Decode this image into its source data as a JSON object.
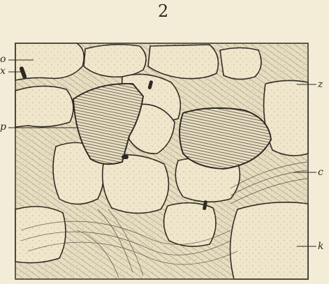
{
  "figure": {
    "number": "2",
    "labels": {
      "o": "o",
      "x": "x",
      "p": "p",
      "z": "z",
      "c": "c",
      "k": "k"
    }
  },
  "colors": {
    "paper": "#f3ecd6",
    "ink": "#2e2a22",
    "cell_fill": "#ebe1c4",
    "hatch": "#8d8574"
  }
}
